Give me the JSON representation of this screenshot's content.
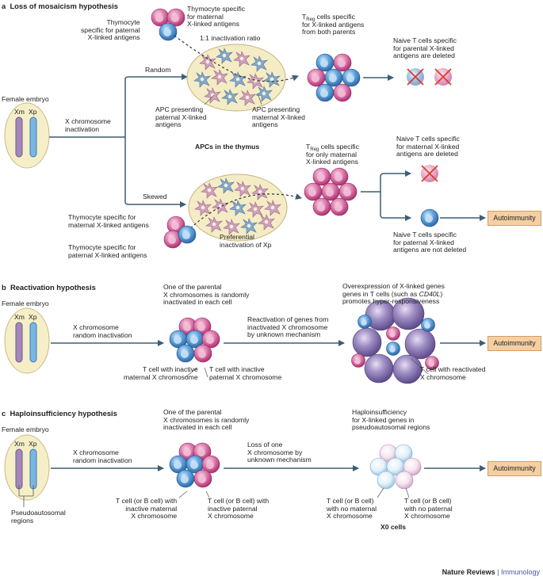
{
  "panel_a": {
    "letter": "a",
    "title": "Loss of mosaicism hypothesis",
    "female_embryo": "Female embryo",
    "xm": "Xm",
    "xp": "Xp",
    "inactivation": "X chromosome\ninactivation",
    "random": "Random",
    "skewed": "Skewed",
    "thymocyte_paternal_top": "Thymocyte\nspecific for paternal\nX-linked antigens",
    "thymocyte_maternal_top": "Thymocyte specific\nfor maternal\nX-linked antigens",
    "ratio": "1:1 inactivation ratio",
    "apc_paternal": "APC presenting\npaternal X-linked\nantigens",
    "apc_maternal": "APC presenting\nmaternal X-linked\nantigens",
    "treg_both_a": "T",
    "treg_both_sub": "Reg",
    "treg_both_b": " cells specific\nfor X-linked antigens\nfrom both parents",
    "naive_deleted_both": "Naive T cells specific\nfor parental X-linked\nantigens are deleted",
    "apcs_thymus": "APCs in the thymus",
    "treg_maternal_a": "T",
    "treg_maternal_sub": "Reg",
    "treg_maternal_b": " cells specific\nfor only maternal\nX-linked antigens",
    "naive_deleted_maternal": "Naive T cells specific\nfor maternal X-linked\nantigens are deleted",
    "autoimmunity": "Autoimmunity",
    "thymocyte_maternal_bottom": "Thymocyte specific for\nmaternal X-linked antigens",
    "thymocyte_paternal_bottom": "Thymocyte specific for\npaternal X-linked antigens",
    "preferential": "Preferential\ninactivation of Xp",
    "naive_not_deleted": "Naive T cells specific\nfor paternal X-linked\nantigens are not deleted"
  },
  "panel_b": {
    "letter": "b",
    "title": "Reactivation hypothesis",
    "female_embryo": "Female embryo",
    "xm": "Xm",
    "xp": "Xp",
    "random_inactivation": "X chromosome\nrandom inactivation",
    "one_parental": "One of the parental\nX chromosomes is randomly\ninactivated in each cell",
    "reactivation": "Reactivation of genes from\ninactivated X chromosome\nby unknown mechanism",
    "overexpression_pre": "Overexpression of X-linked genes\ngenes in T cells (such as ",
    "overexpression_gene": "CD40L",
    "overexpression_post": ")\npromotes hyper-responsiveness",
    "inactive_maternal": "T cell with inactive\nmaternal X chromosome",
    "inactive_paternal": "T cell with inactive\npaternal X chromosome",
    "reactivated": "T cell with reactivated\nX chromosome",
    "autoimmunity": "Autoimmunity"
  },
  "panel_c": {
    "letter": "c",
    "title": "Haploinsufficiency hypothesis",
    "female_embryo": "Female embryo",
    "xm": "Xm",
    "xp": "Xp",
    "random_inactivation": "X chromosome\nrandom inactivation",
    "one_parental": "One of the parental\nX chromosomes is randomly\ninactivated in each cell",
    "loss": "Loss of one\nX chromosome by\nunknown mechanism",
    "haplo": "Haploinsufficiency\nfor X-linked genes in\npseudoautosomal regions",
    "pseudo": "Pseudoautosomal\nregions",
    "inactive_maternal": "T cell (or B cell) with\ninactive maternal\nX chromosome",
    "inactive_paternal": "T cell (or B cell) with\ninactive paternal\nX chromosome",
    "no_maternal": "T cell (or B cell)\nwith no maternal\nX chromosome",
    "no_paternal": "T cell (or B cell)\nwith no paternal\nX chromosome",
    "x0": "X0 cells",
    "autoimmunity": "Autoimmunity"
  },
  "footer": {
    "journal": "Nature Reviews",
    "sep": " | ",
    "section": "Immunology"
  },
  "colors": {
    "maternal": "#c8387f",
    "paternal": "#2f78bf",
    "pink_apc": "#c99ab6",
    "blue_apc": "#7fa3c6",
    "thymus_fill": "#f4ecc4",
    "embryo_fill": "#f6eec7",
    "autoimmunity_fill": "#f5cfa3",
    "arrow": "#3d5e74",
    "delete_cross": "#e0392b",
    "reactivated": "#7d6aa6"
  }
}
